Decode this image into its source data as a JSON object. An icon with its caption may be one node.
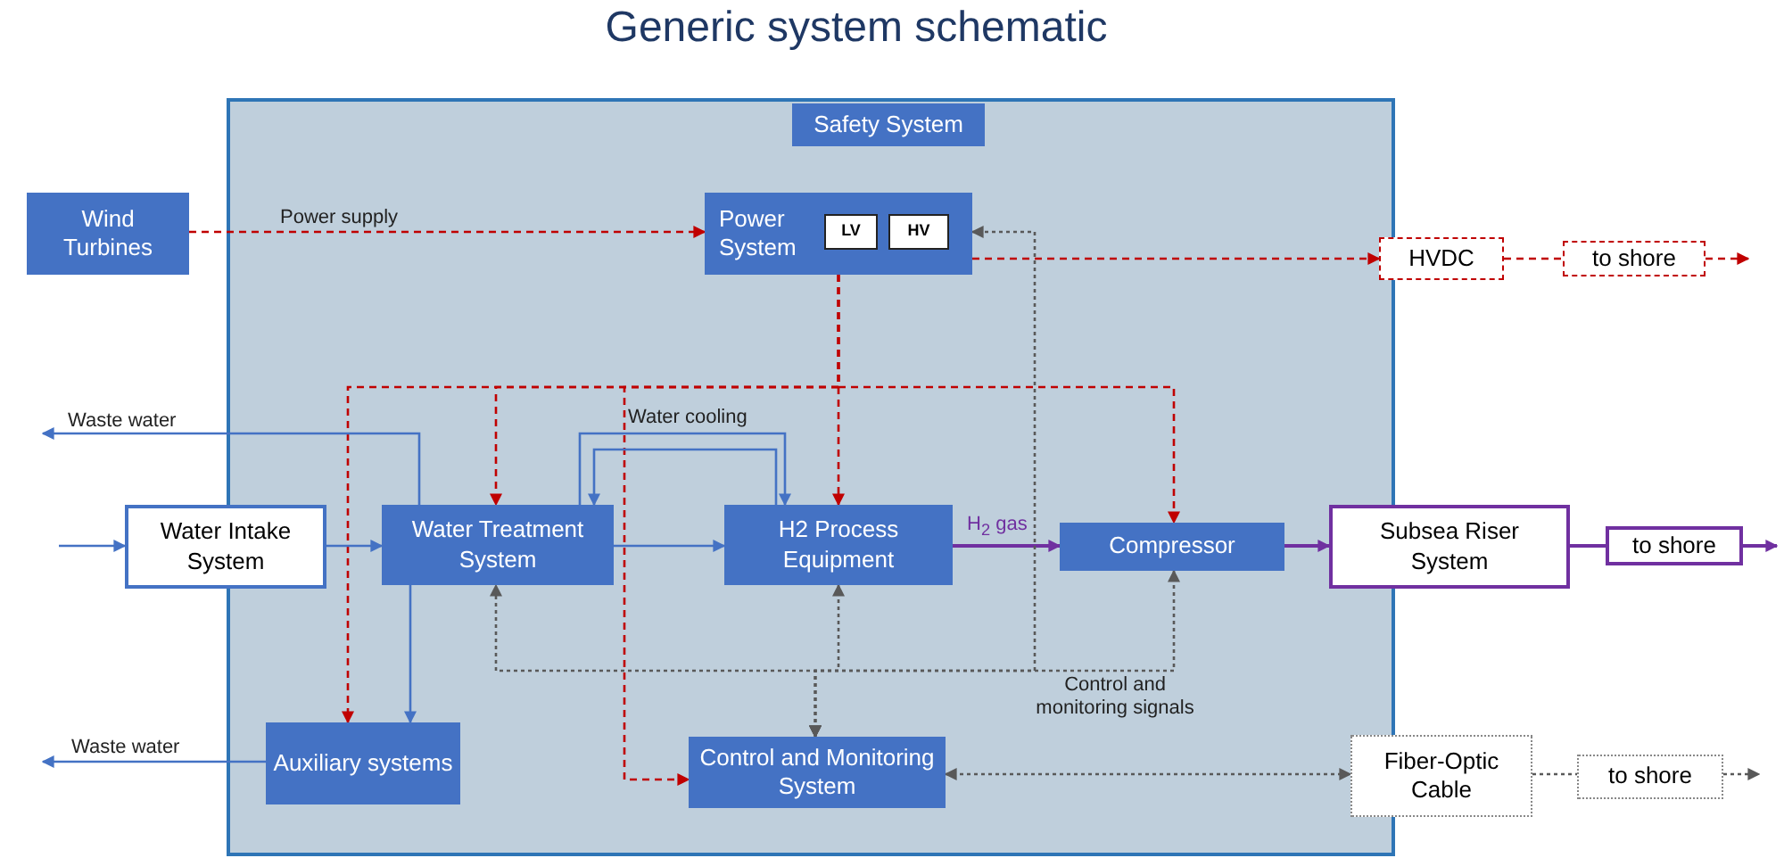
{
  "diagram": {
    "title": "Generic system schematic",
    "nodes": [
      {
        "text": [],
        "shape": "box"
      },
      {
        "text": [
          "Safety System"
        ],
        "in": 0
      },
      {
        "text": [
          "Wind Turbines"
        ]
      },
      {
        "text": [
          "Power System"
        ],
        "in": 0
      },
      {
        "text": [
          "LV"
        ],
        "in": 3
      },
      {
        "text": [
          "HV"
        ],
        "in": 3
      },
      {
        "text": [
          "HVDC"
        ]
      },
      {
        "text": [
          "to shore"
        ]
      },
      {
        "text": [
          "Water Intake System"
        ]
      },
      {
        "text": [
          "Water Treatment System"
        ],
        "in": 0
      },
      {
        "text": [
          "H2 Process Equipment"
        ],
        "in": 0
      },
      {
        "text": [
          "Compressor"
        ],
        "in": 0
      },
      {
        "text": [
          "Subsea Riser System"
        ]
      },
      {
        "text": [
          "to shore"
        ]
      },
      {
        "text": [
          "Auxiliary systems"
        ],
        "in": 0
      },
      {
        "text": [
          "Control and Monitoring System"
        ],
        "in": 0
      },
      {
        "text": [
          "Fiber-Optic Cable"
        ]
      },
      {
        "text": [
          "to shore"
        ]
      }
    ],
    "edges": [
      {
        "from": 2,
        "to": 3,
        "arrow": "to",
        "label": "Power supply",
        "style": "dashed",
        "color": "#c00000"
      },
      {
        "from": 3,
        "to": 6,
        "arrow": "to",
        "style": "dashed",
        "color": "#c00000"
      },
      {
        "from": 6,
        "to": 7,
        "arrow": "none",
        "style": "dashed",
        "color": "#c00000"
      },
      {
        "from": 7,
        "to": null,
        "arrow": "to",
        "style": "dashed",
        "color": "#c00000"
      },
      {
        "from": 3,
        "to": 10,
        "arrow": "to",
        "style": "dashed",
        "color": "#c00000"
      },
      {
        "from": 3,
        "to": 9,
        "arrow": "to",
        "style": "dashed",
        "color": "#c00000"
      },
      {
        "from": 3,
        "to": 14,
        "arrow": "to",
        "style": "dashed",
        "color": "#c00000"
      },
      {
        "from": 3,
        "to": 15,
        "arrow": "to",
        "style": "dashed",
        "color": "#c00000"
      },
      {
        "from": 3,
        "to": 11,
        "arrow": "to",
        "style": "dashed",
        "color": "#c00000"
      },
      {
        "from": null,
        "to": 8,
        "arrow": "to",
        "color": "#4472c4"
      },
      {
        "from": 8,
        "to": 9,
        "arrow": "to",
        "color": "#4472c4"
      },
      {
        "from": 9,
        "to": 10,
        "arrow": "to",
        "color": "#4472c4"
      },
      {
        "from": 9,
        "to": null,
        "arrow": "to",
        "label": "Waste water",
        "color": "#4472c4"
      },
      {
        "from": 9,
        "to": 10,
        "arrow": "to",
        "label": "Water cooling",
        "color": "#4472c4"
      },
      {
        "from": 10,
        "to": 9,
        "arrow": "to",
        "color": "#4472c4"
      },
      {
        "from": 9,
        "to": 14,
        "arrow": "to",
        "color": "#4472c4"
      },
      {
        "from": 14,
        "to": null,
        "arrow": "to",
        "label": "Waste water",
        "color": "#4472c4"
      },
      {
        "from": 10,
        "to": 11,
        "arrow": "to",
        "label": "H$_{2}$ gas",
        "color": "#7030a0"
      },
      {
        "from": 11,
        "to": 12,
        "arrow": "to",
        "color": "#7030a0"
      },
      {
        "from": 12,
        "to": 13,
        "arrow": "none",
        "color": "#7030a0"
      },
      {
        "from": 13,
        "to": null,
        "arrow": "to",
        "color": "#7030a0"
      },
      {
        "from": 15,
        "to": 9,
        "arrow": "both",
        "style": "dashed",
        "color": "#595959"
      },
      {
        "from": 15,
        "to": 10,
        "arrow": "both",
        "style": "dashed",
        "color": "#595959"
      },
      {
        "from": 15,
        "to": 11,
        "arrow": "both",
        "label": "Control and monitoring signals",
        "style": "dashed",
        "color": "#595959"
      },
      {
        "from": 15,
        "to": 3,
        "arrow": "both",
        "style": "dashed",
        "color": "#595959"
      },
      {
        "from": 15,
        "to": 16,
        "arrow": "both",
        "style": "dashed",
        "color": "#595959"
      },
      {
        "from": 16,
        "to": 17,
        "arrow": "none",
        "style": "dashed",
        "color": "#595959"
      },
      {
        "from": 17,
        "to": null,
        "arrow": "to",
        "style": "dashed",
        "color": "#595959"
      }
    ]
  }
}
